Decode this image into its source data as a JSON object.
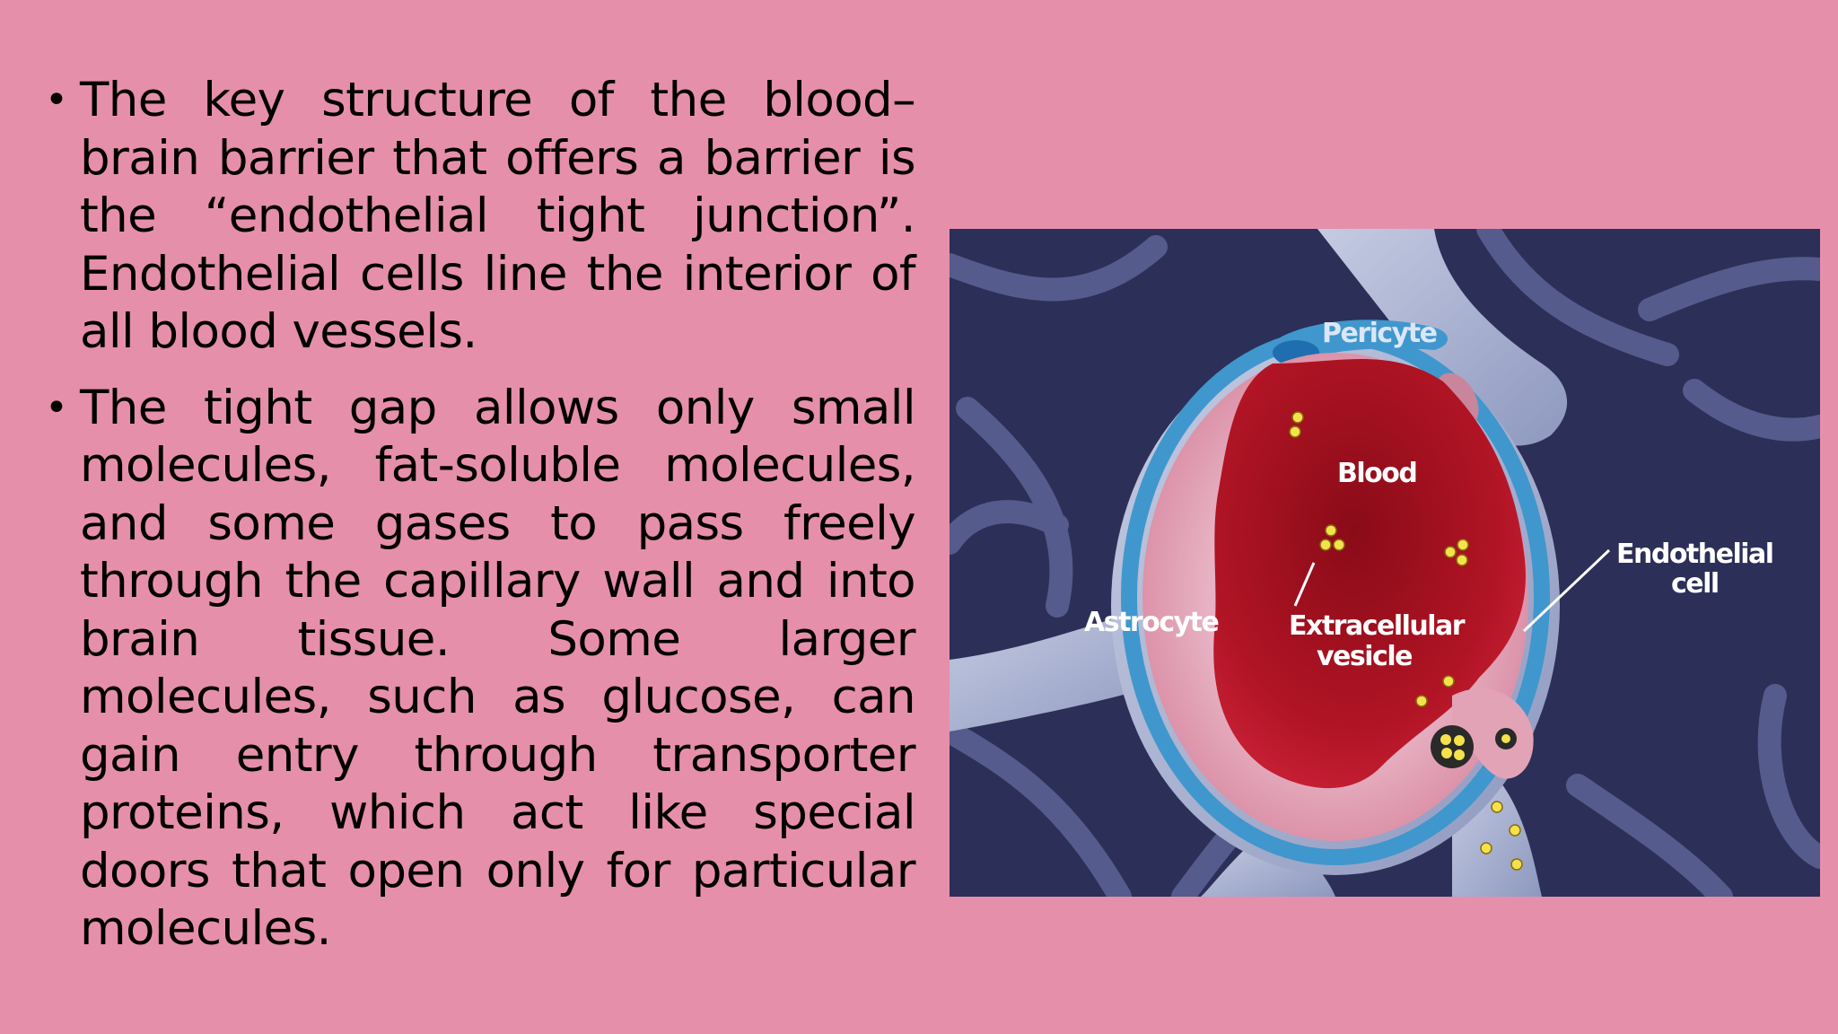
{
  "bullets": [
    "The  key structure of the blood–brain barrier that offers a barrier is the “endothelial tight junction”. Endothelial cells line the interior of all blood vessels.",
    "The tight gap allows only small molecules, fat-soluble molecules, and some gases to pass freely through the capillary wall and into brain tissue. Some larger molecules, such as glucose, can gain entry through transporter proteins, which act like special doors that open only for particular molecules."
  ],
  "bullet_glyph": "•",
  "diagram": {
    "labels": {
      "pericyte": "Pericyte",
      "blood": "Blood",
      "astrocyte": "Astrocyte",
      "extracellular_line1": "Extracellular",
      "extracellular_line2": "vesicle",
      "endothelial_line1": "Endothelial",
      "endothelial_line2": "cell"
    }
  },
  "colors": {
    "background": "#e68fab",
    "diagram_background": "#2c2f57",
    "blood": "#a4101f",
    "vessel_wall": "#e3a3b6",
    "astrocyte": "#a9b2d0",
    "pericyte": "#3f97cd"
  }
}
